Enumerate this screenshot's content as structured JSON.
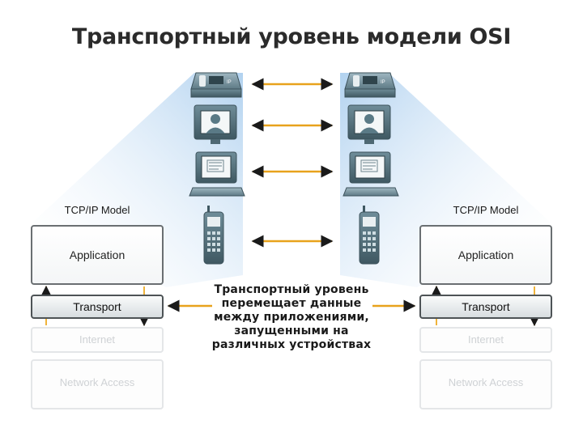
{
  "title": "Транспортный уровень модели OSI",
  "left_stack": {
    "model_label": "TCP/IP Model",
    "layers": [
      "Application",
      "Transport",
      "Internet",
      "Network Access"
    ]
  },
  "right_stack": {
    "model_label": "TCP/IP Model",
    "layers": [
      "Application",
      "Transport",
      "Internet",
      "Network Access"
    ]
  },
  "note_lines": [
    "Транспортный уровень",
    "перемещает данные",
    "между приложениями,",
    "запущенными на",
    "различных устройствах"
  ],
  "devices": [
    "ip-phone-icon",
    "video-phone-icon",
    "computer-icon",
    "mobile-phone-icon"
  ],
  "colors": {
    "arrow": "#e8a21c",
    "beam": "#bcd8f0",
    "flow_line": "#f0b43a"
  }
}
